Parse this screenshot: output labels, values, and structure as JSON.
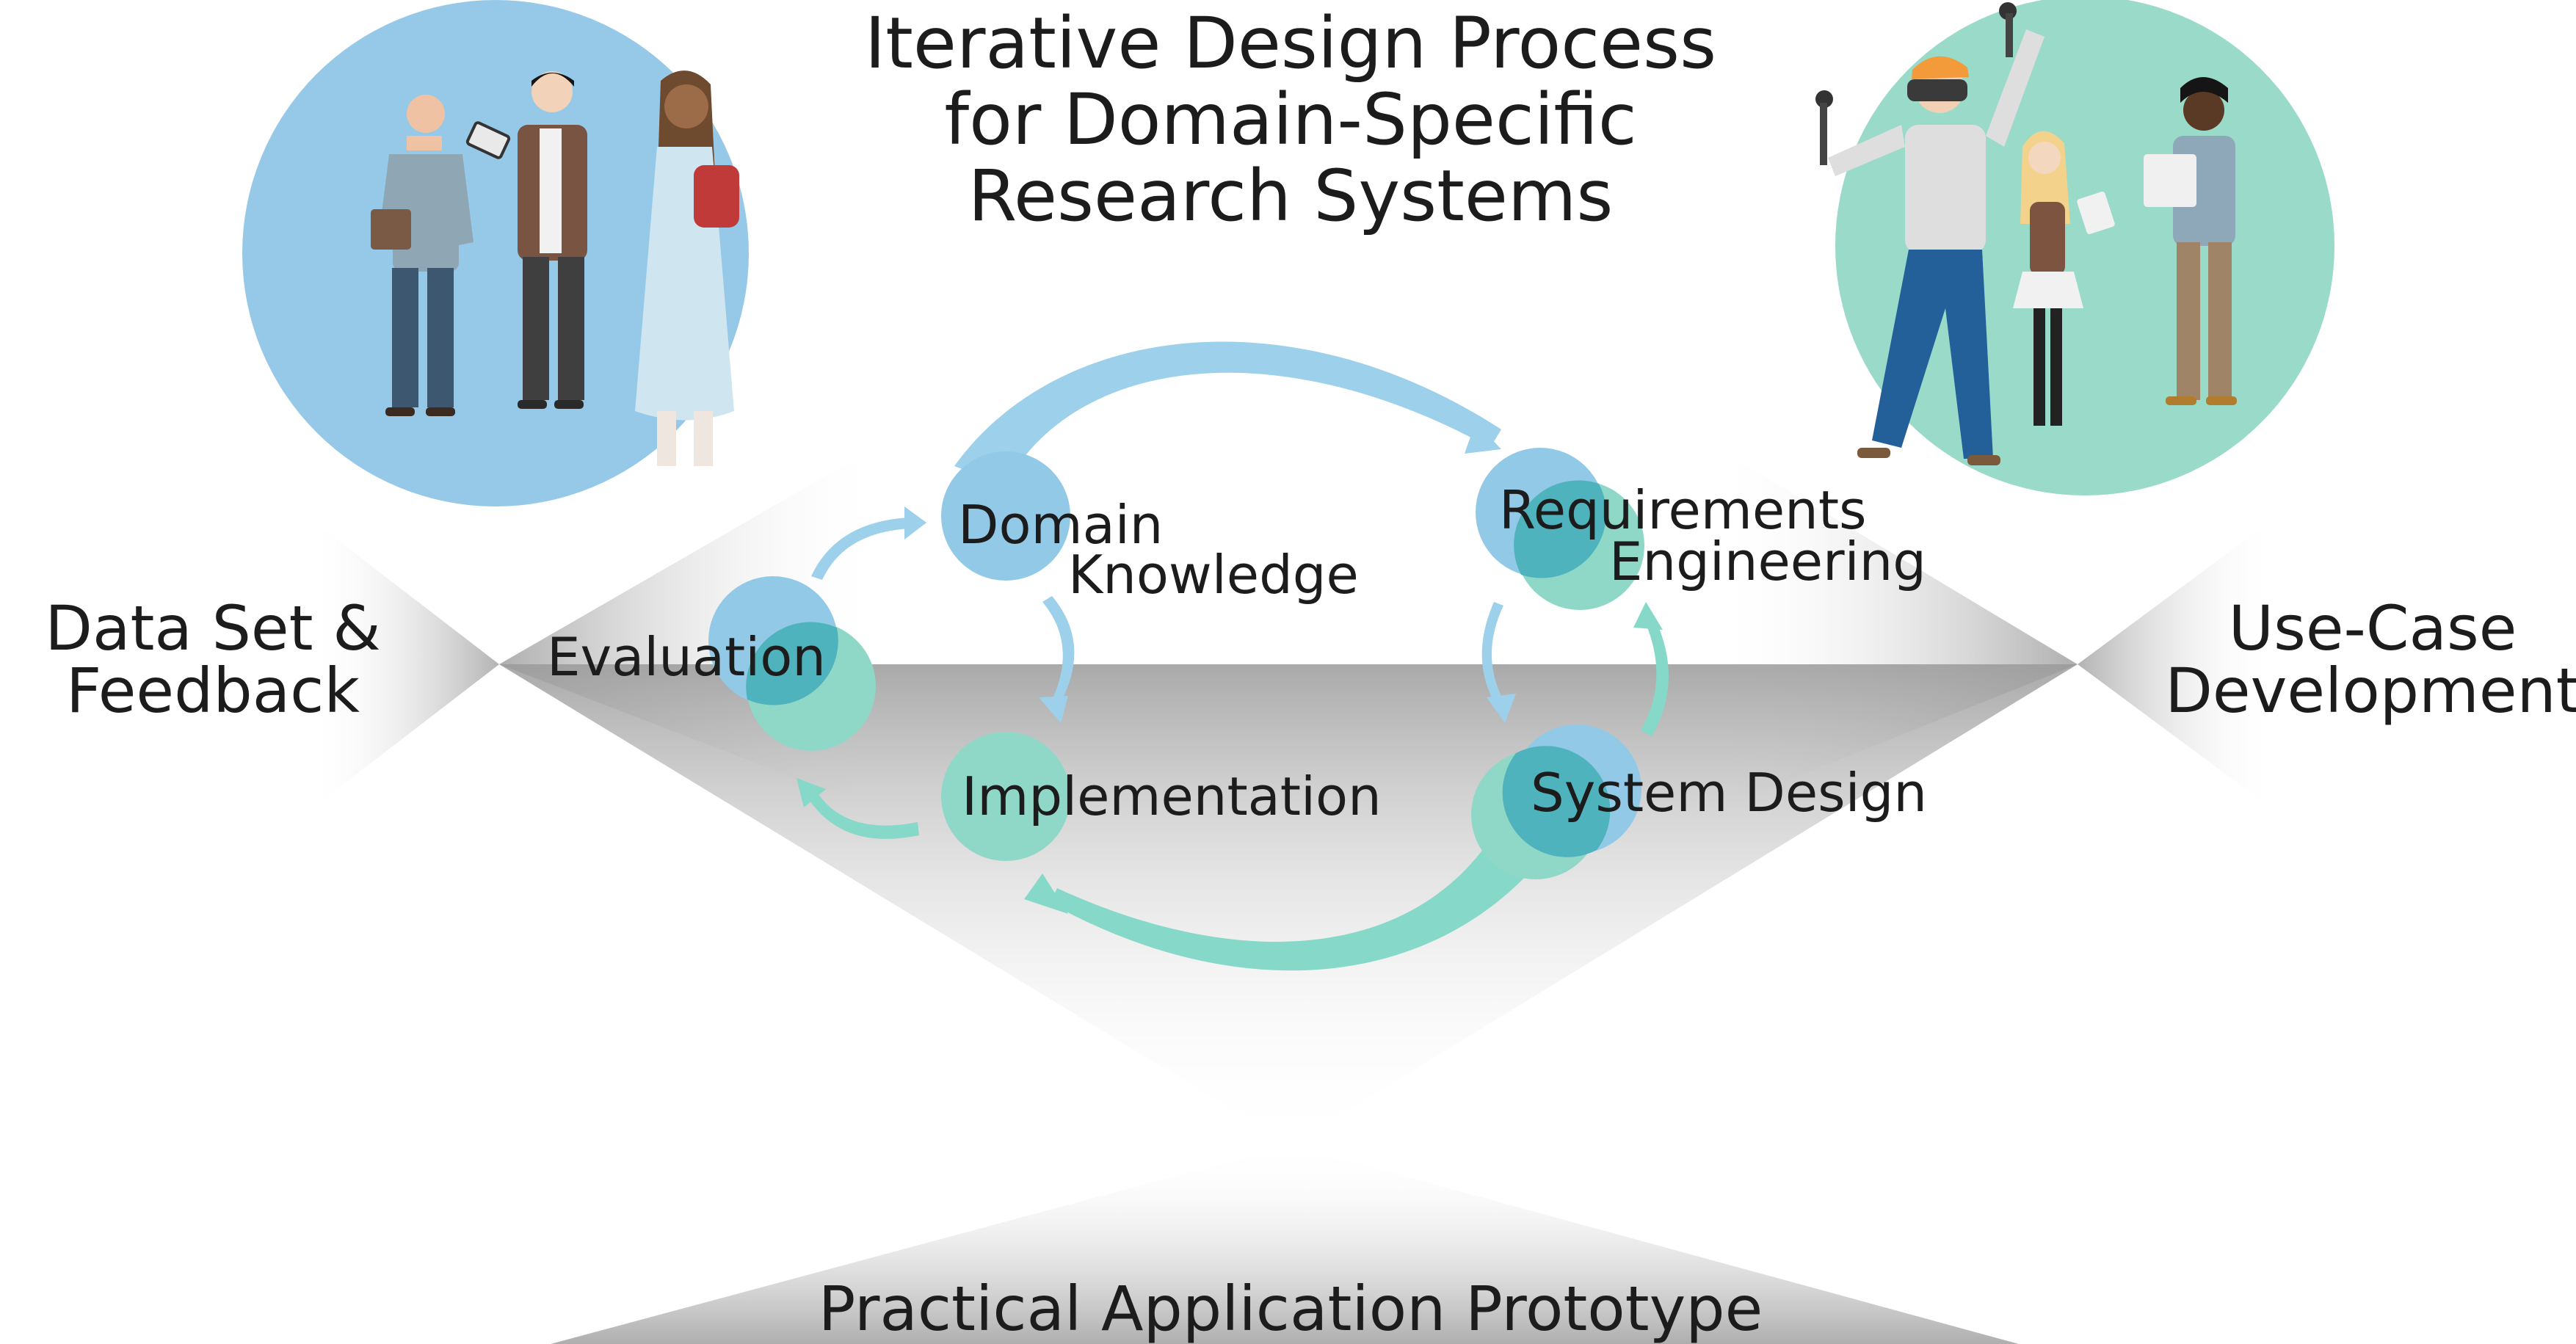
{
  "title": {
    "line1": "Iterative Design Process",
    "line2": "for Domain-Specific",
    "line3": "Research Systems"
  },
  "sides": {
    "left": {
      "line1": "Data Set &",
      "line2": "Feedback"
    },
    "right": {
      "line1": "Use-Case",
      "line2": "Development"
    },
    "bottom": {
      "label": "Practical Application Prototype"
    }
  },
  "nodes": {
    "domain": {
      "line1": "Domain",
      "line2": "Knowledge"
    },
    "requirements": {
      "line1": "Requirements",
      "line2": "Engineering"
    },
    "evaluation": {
      "label": "Evaluation"
    },
    "implementation": {
      "label": "Implementation"
    },
    "system_design": {
      "label": "System Design"
    }
  },
  "colors": {
    "blue": "#92c9e6",
    "teal": "#8fd8c7",
    "overlap": "#4fb3bd",
    "arrow_blue": "#9dd0ea",
    "arrow_teal": "#86d8c8",
    "text": "#1c1c1c",
    "shadow": "#b9b9b9"
  }
}
